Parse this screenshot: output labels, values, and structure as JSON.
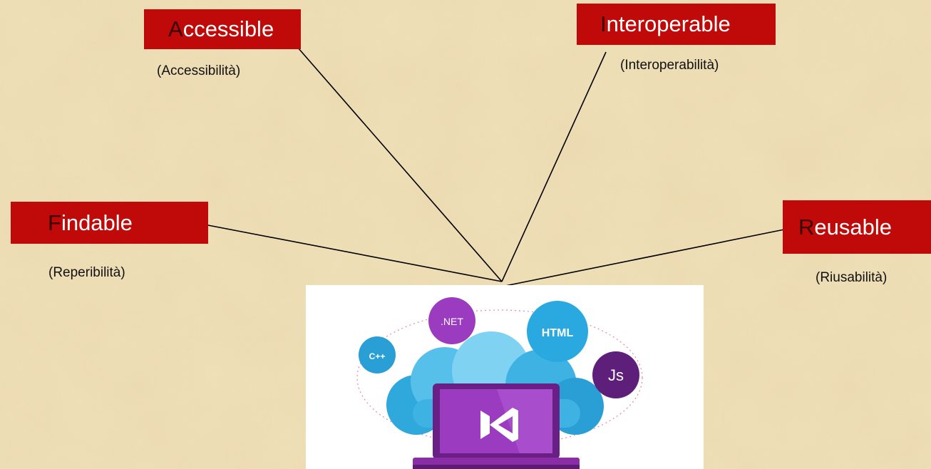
{
  "principles": {
    "accessible": {
      "initial": "A",
      "rest": "ccessible",
      "translation": "(Accessibilità)"
    },
    "interoperable": {
      "initial": "I",
      "rest": "nteroperable",
      "translation": "(Interoperabilità)"
    },
    "findable": {
      "initial": "F",
      "rest": "indable",
      "translation": "(Reperibilità)"
    },
    "reusable": {
      "initial": "R",
      "rest": "eusable",
      "translation": "(Riusabilità)"
    }
  },
  "illustration": {
    "bubbles": {
      "net": ".NET",
      "html": "HTML",
      "cpp": "C++",
      "js": "Js"
    }
  },
  "colors": {
    "box_fill": "#c00a0a",
    "background": "#ecdcb3",
    "laptop": "#8a2ea6",
    "cloud_blue": "#2fa8dc"
  }
}
